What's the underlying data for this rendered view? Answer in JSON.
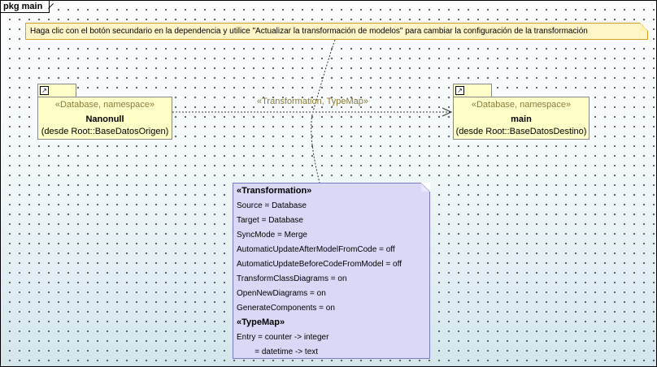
{
  "frame": {
    "title": "pkg main"
  },
  "hint": {
    "text": "Haga clic con el botón secundario en la dependencia y utilice \"Actualizar la transformación de modelos\" para cambiar la configuración de la transformación"
  },
  "packages": [
    {
      "stereotype": "«Database, namespace»",
      "name": "Nanonull",
      "from": "(desde Root::BaseDatosOrigen)"
    },
    {
      "stereotype": "«Database, namespace»",
      "name": "main",
      "from": "(desde Root::BaseDatosDestino)"
    }
  ],
  "dependency": {
    "label": "«Transformation, TypeMap»"
  },
  "transformation_note": {
    "title": "«Transformation»",
    "lines": [
      "Source = Database",
      "Target = Database",
      "SyncMode = Merge",
      "AutomaticUpdateAfterModelFromCode = off",
      "AutomaticUpdateBeforeCodeFromModel = off",
      "TransformClassDiagrams = on",
      "OpenNewDiagrams = on",
      "GenerateComponents = on"
    ],
    "typemap_title": "«TypeMap»",
    "typemap_lines": [
      "Entry = counter -> integer",
      "        = datetime -> text"
    ]
  },
  "colors": {
    "package_fill": "#ffffc8",
    "note_fill": "#d9d9f7",
    "hint_fill": "#fff5c7"
  }
}
